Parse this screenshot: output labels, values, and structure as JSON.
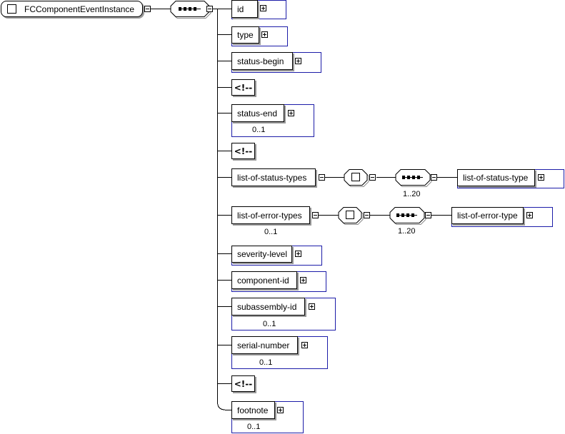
{
  "root": {
    "label": "FCComponentEventInstance"
  },
  "comment_symbol": "<!--",
  "children": [
    {
      "label": "id"
    },
    {
      "label": "type"
    },
    {
      "label": "status-begin"
    },
    {
      "label": "status-end",
      "occurs": "0..1"
    },
    {
      "label": "list-of-status-types",
      "nested_label": "list-of-status-type",
      "nested_occurs": "1..20"
    },
    {
      "label": "list-of-error-types",
      "occurs": "0..1",
      "nested_label": "list-of-error-type",
      "nested_occurs": "1..20"
    },
    {
      "label": "severity-level"
    },
    {
      "label": "component-id"
    },
    {
      "label": "subassembly-id",
      "occurs": "0..1"
    },
    {
      "label": "serial-number",
      "occurs": "0..1"
    },
    {
      "label": "footnote",
      "occurs": "0..1"
    }
  ],
  "colors": {
    "group_border": "#1c1ca8",
    "shadow": "#9a9a9a",
    "line": "#000000"
  },
  "icons": {
    "collapse": "minus-box-icon",
    "expand": "plus-box-icon",
    "sequence": "sequence-compositor-icon",
    "choice": "choice-compositor-icon"
  }
}
